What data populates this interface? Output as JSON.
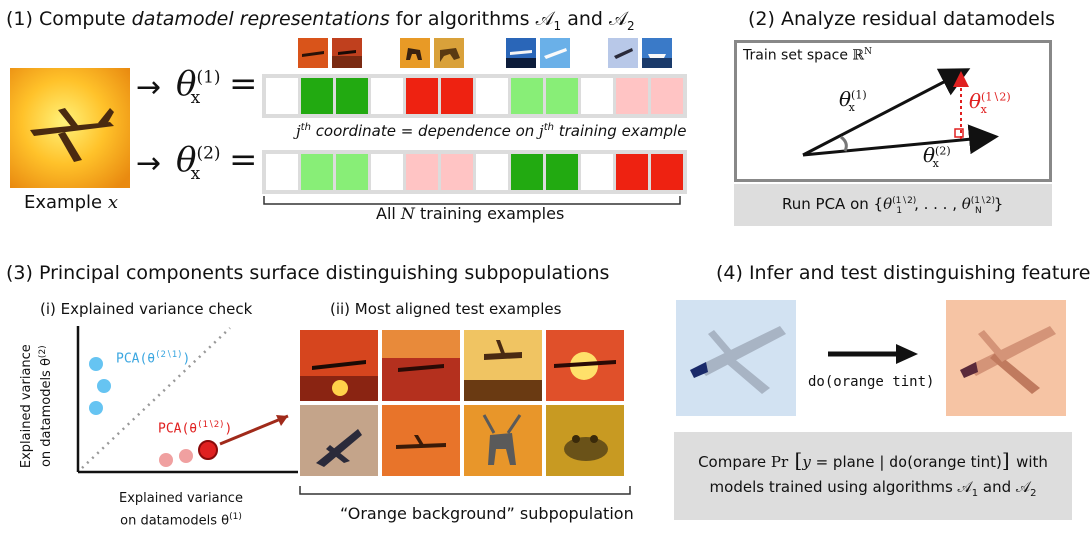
{
  "panel1": {
    "heading_prefix": "(1) Compute ",
    "heading_emph": "datamodel representations",
    "heading_mid": " for algorithms ",
    "alg1": "𝒜",
    "alg1_sub": "1",
    "heading_and": " and ",
    "alg2": "𝒜",
    "alg2_sub": "2",
    "example_label": "Example ",
    "example_var": "x",
    "theta1_label": "θ",
    "theta1_sup": "(1)",
    "theta_sub": "x",
    "theta2_label": "θ",
    "theta2_sup": "(2)",
    "equals": "=",
    "arrow": "→",
    "coord_caption_j": "j",
    "coord_caption_th": "th",
    "coord_caption_mid": " coordinate = dependence on ",
    "coord_caption_j2": "j",
    "coord_caption_th2": "th",
    "coord_caption_end": " training example",
    "all_examples_prefix": "All ",
    "all_examples_var": "N",
    "all_examples_suffix": " training examples",
    "vector1_colors": [
      "#ffffff",
      "#22aa11",
      "#22aa11",
      "#ffffff",
      "#ee2211",
      "#ee2211",
      "#ffffff",
      "#88ee77",
      "#88ee77",
      "#ffffff",
      "#ffc4c4",
      "#ffc4c4"
    ],
    "vector2_colors": [
      "#ffffff",
      "#88ee77",
      "#88ee77",
      "#ffffff",
      "#ffc4c4",
      "#ffc4c4",
      "#ffffff",
      "#22aa11",
      "#22aa11",
      "#ffffff",
      "#ee2211",
      "#ee2211"
    ]
  },
  "panel2": {
    "heading": "(2) Analyze residual datamodels",
    "space_label": "Train set space ",
    "space_symbol": "ℝ",
    "space_sup": "N",
    "theta1": "θ",
    "theta1_sup": "(1)",
    "theta_sub": "x",
    "theta2": "θ",
    "theta2_sup": "(2)",
    "residual": "θ",
    "residual_sup": "(1∖2)",
    "residual_color": "#e02020",
    "pca_prefix": "Run PCA",
    "pca_mid": " on {",
    "pca_t1": "θ",
    "pca_t1_sup": "(1∖2)",
    "pca_t1_sub": "1",
    "pca_dots": ", . . . , ",
    "pca_tn": "θ",
    "pca_tn_sup": "(1∖2)",
    "pca_tn_sub": "N",
    "pca_end": "}"
  },
  "panel3": {
    "heading": "(3) Principal components surface distinguishing subpopulations",
    "sub1": "(i) Explained variance check",
    "sub2": "(ii) Most aligned test examples",
    "pca21": "PCA(θ",
    "pca21_sup": "(2∖1)",
    "pca21_end": ")",
    "pca12": "PCA(θ",
    "pca12_sup": "(1∖2)",
    "pca12_end": ")",
    "blue": "#66c4f2",
    "red": "#e02020",
    "pink": "#f0a0a0",
    "ylabel_line1": "Explained variance",
    "ylabel_line2": "on datamodels θ",
    "ylabel_sup": "(2)",
    "xlabel_line1": "Explained variance",
    "xlabel_line2": "on datamodels θ",
    "xlabel_sup": "(1)",
    "subpop_caption": "“Orange background” subpopulation"
  },
  "panel4": {
    "heading": "(4) Infer and test distinguishing feature",
    "do_label": "do(orange tint)",
    "compare_prefix": "Compare ",
    "compare_pr": "Pr",
    "compare_inside_a": "y",
    "compare_inside_b": " = plane",
    "compare_bar": " | ",
    "compare_do": "do",
    "compare_do_arg": "(orange tint)",
    "compare_suffix": " with",
    "line2_prefix": "models trained using algorithms ",
    "alg1": "𝒜",
    "alg1_sub": "1",
    "and": " and ",
    "alg2": "𝒜",
    "alg2_sub": "2"
  }
}
